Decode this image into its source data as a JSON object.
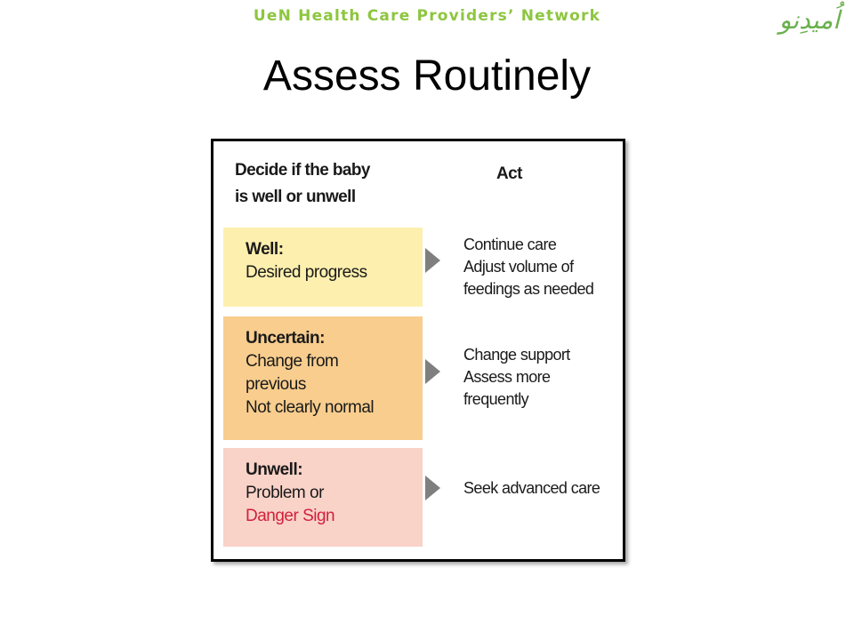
{
  "header": {
    "network_title": "UeN Health Care Providers’ Network",
    "logo_text": "اُمیدِنو"
  },
  "slide": {
    "title": "Assess Routinely"
  },
  "card": {
    "left_heading_line1": "Decide if the baby",
    "left_heading_line2": "is well or unwell",
    "right_heading": "Act",
    "rows": [
      {
        "label": "Well:",
        "lines": [
          "Desired progress"
        ],
        "actions": [
          "Continue care",
          "Adjust volume of",
          "feedings as needed"
        ],
        "color": "#fdefae"
      },
      {
        "label": "Uncertain:",
        "lines": [
          "Change from",
          "previous",
          "Not clearly normal"
        ],
        "actions": [
          "Change support",
          "Assess more",
          "frequently"
        ],
        "color": "#f8cd8d"
      },
      {
        "label": "Unwell:",
        "lines": [
          "Problem or",
          "Danger Sign"
        ],
        "actions": [
          "Seek advanced care"
        ],
        "color": "#f9d2c8"
      }
    ],
    "danger_color": "#d0213c",
    "arrow_color": "#7f7f7f"
  },
  "colors": {
    "header_green": "#8dc63f",
    "logo_green": "#6ab04c"
  }
}
